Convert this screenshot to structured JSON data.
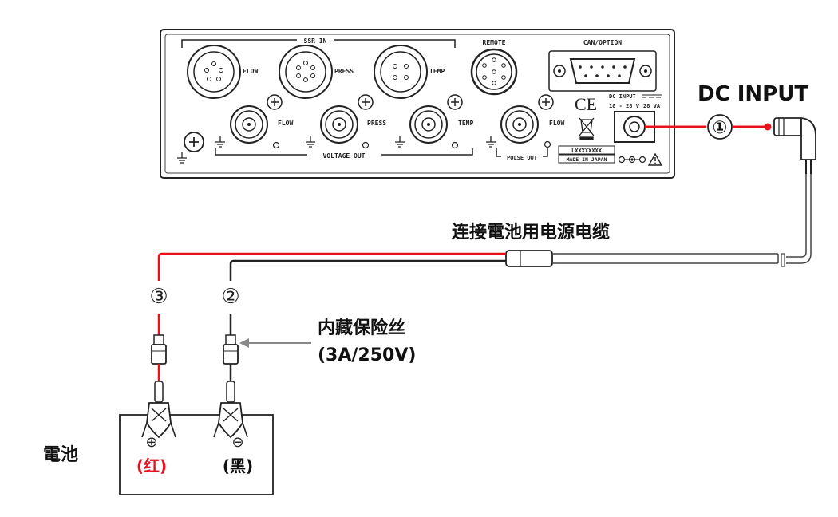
{
  "panel": {
    "ssr_in_label": "SSR IN",
    "remote_label": "REMOTE",
    "can_option_label": "CAN/OPTION",
    "connectors_in": [
      "FLOW",
      "PRESS",
      "TEMP"
    ],
    "bnc_voltage": [
      "FLOW",
      "PRESS",
      "TEMP"
    ],
    "bnc_pulse": "FLOW",
    "voltage_out_label": "VOLTAGE OUT",
    "pulse_out_label": "PULSE OUT",
    "dc_input_small": "DC INPUT",
    "dc_spec_voltage": "10 - 28 V",
    "dc_spec_power": "28 VA",
    "serial_label": "LXXXXXXXX",
    "made_in_label": "MADE IN JAPAN",
    "ce_mark": "CE"
  },
  "labels": {
    "dc_input": "DC INPUT",
    "cable": "连接電池用电源电缆",
    "fuse_line1": "内藏保险丝",
    "fuse_line2": "(3A/250V)",
    "battery": "電池",
    "plus_color": "(红)",
    "minus_color": "(黑)",
    "marker1": "①",
    "marker2": "②",
    "marker3": "③",
    "plus_symbol": "⊕",
    "minus_symbol": "⊖"
  },
  "colors": {
    "red_wire": "#e8101a",
    "black_wire": "#222222",
    "gray_cable": "#666666"
  }
}
